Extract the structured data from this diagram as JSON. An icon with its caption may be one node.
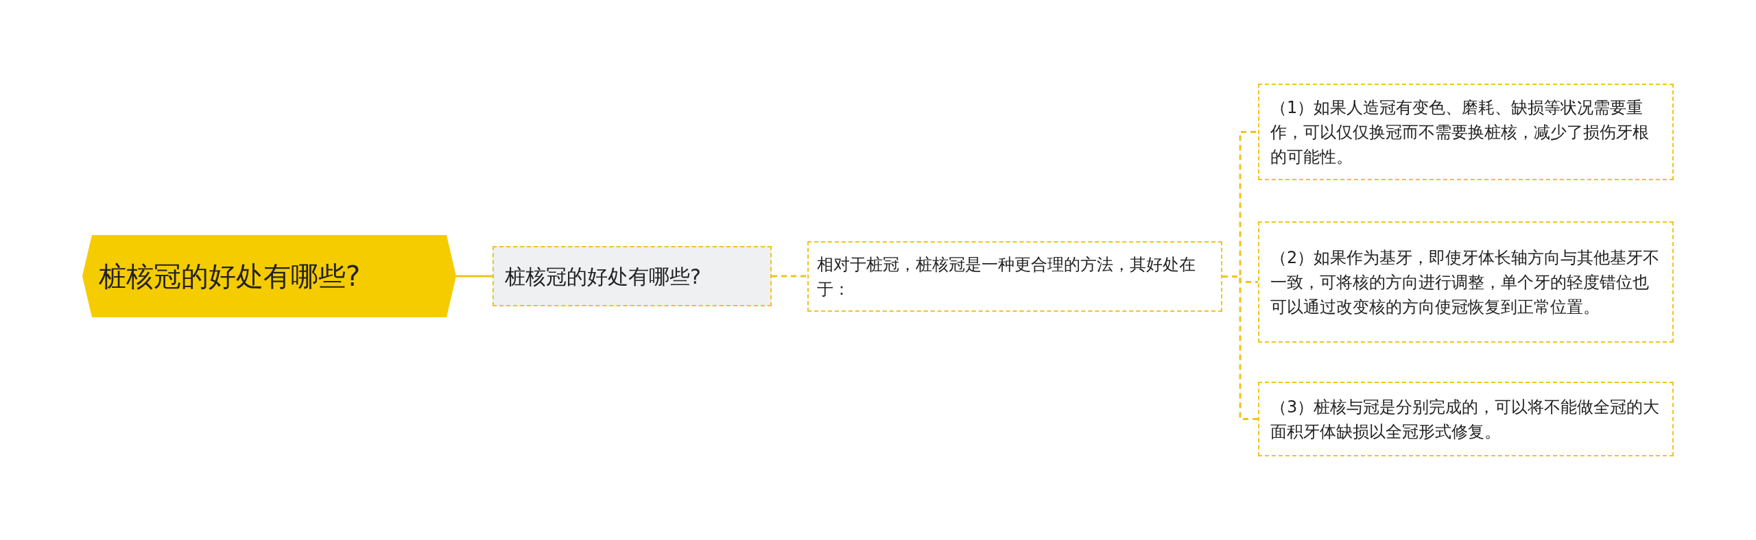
{
  "diagram": {
    "nodes": [
      {
        "text": [
          "桩核冠的好处有哪些?"
        ]
      },
      {
        "text": [
          "桩核冠的好处有哪些?"
        ]
      },
      {
        "text": [
          "相对于桩冠，桩核冠是一种更合理的方法，其好处在于："
        ]
      },
      {
        "text": [
          "（1）如果人造冠有变色、磨耗、缺损等状况需要重作，可以仅仅换冠而不需要换桩核，减少了损伤牙根的可能性。"
        ]
      },
      {
        "text": [
          "（2）如果作为基牙，即使牙体长轴方向与其他基牙不一致，可将核的方向进行调整，单个牙的轻度错位也可以通过改变核的方向使冠恢复到正常位置。"
        ]
      },
      {
        "text": [
          "（3）桩核与冠是分别完成的，可以将不能做全冠的大面积牙体缺损以全冠形式修复。"
        ]
      }
    ],
    "edges": [
      {
        "from": 0,
        "to": 1,
        "arrow": "none"
      },
      {
        "from": 1,
        "to": 2,
        "arrow": "none",
        "style": "dashed"
      },
      {
        "from": 2,
        "to": 3,
        "arrow": "none",
        "style": "dashed"
      },
      {
        "from": 2,
        "to": 4,
        "arrow": "none",
        "style": "dashed"
      },
      {
        "from": 2,
        "to": 5,
        "arrow": "none",
        "style": "dashed"
      }
    ]
  }
}
